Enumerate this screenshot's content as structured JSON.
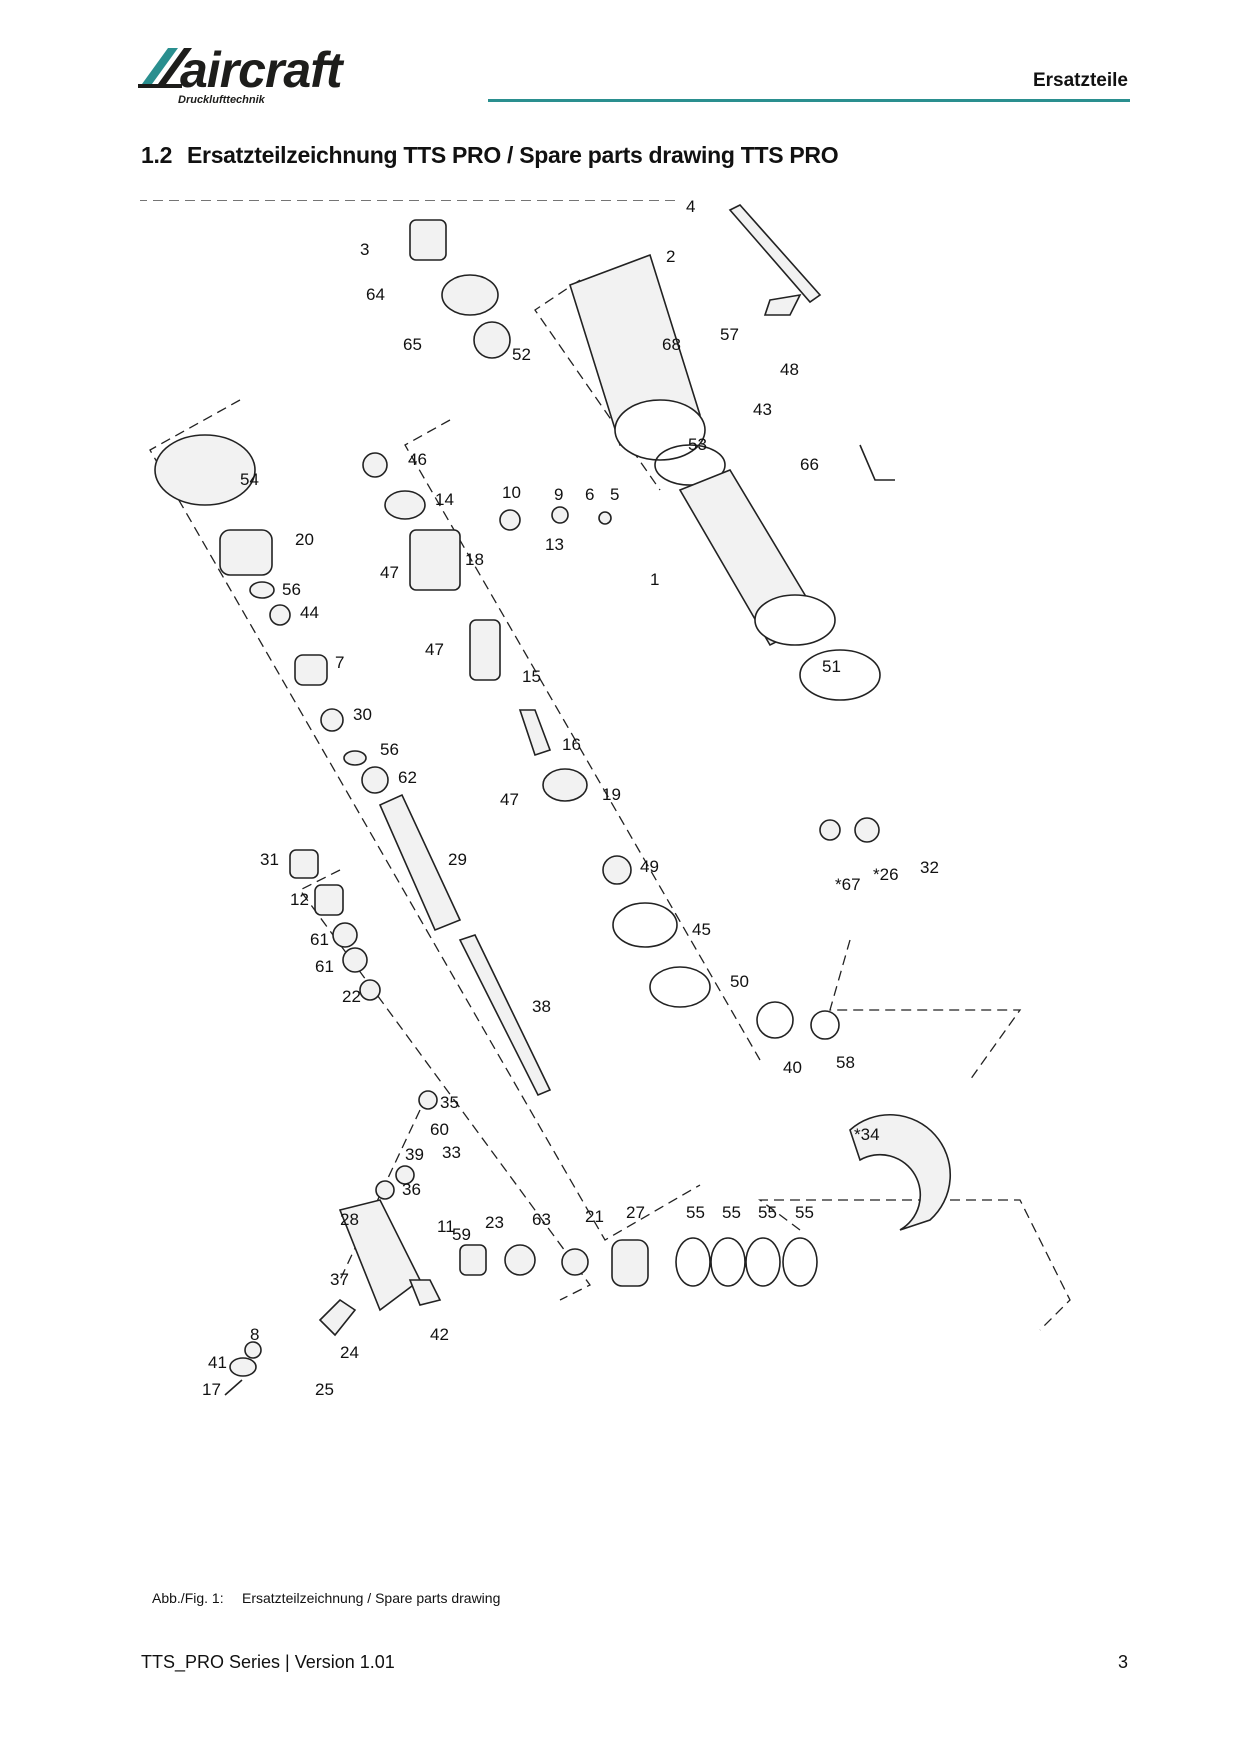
{
  "header": {
    "logo_word": "aircraft",
    "logo_sub": "Drucklufttechnik",
    "section_label": "Ersatzteile"
  },
  "title": {
    "number": "1.2",
    "text": "Ersatzteilzeichnung TTS PRO / Spare parts drawing TTS PRO"
  },
  "drawing": {
    "part_labels": [
      "4",
      "2",
      "3",
      "64",
      "65",
      "52",
      "68",
      "57",
      "48",
      "43",
      "53",
      "66",
      "54",
      "46",
      "14",
      "10",
      "9",
      "6",
      "5",
      "13",
      "20",
      "47",
      "18",
      "1",
      "56",
      "44",
      "47",
      "7",
      "15",
      "51",
      "30",
      "16",
      "56",
      "62",
      "47",
      "19",
      "31",
      "29",
      "49",
      "*67",
      "*26",
      "32",
      "12",
      "45",
      "61",
      "61",
      "50",
      "22",
      "38",
      "40",
      "58",
      "35",
      "60",
      "33",
      "*34",
      "39",
      "36",
      "28",
      "11",
      "59",
      "23",
      "63",
      "21",
      "27",
      "55",
      "55",
      "55",
      "55",
      "37",
      "42",
      "8",
      "24",
      "41",
      "17",
      "25"
    ]
  },
  "caption": {
    "fig_label": "Abb./Fig. 1:",
    "text": "Ersatzteilzeichnung / Spare parts drawing"
  },
  "footer": {
    "left": "TTS_PRO Series | Version 1.01",
    "page": "3"
  },
  "colors": {
    "accent_rule": "#2a8f8f",
    "logo_teal": "#2a8f8f",
    "ink": "#111111"
  }
}
